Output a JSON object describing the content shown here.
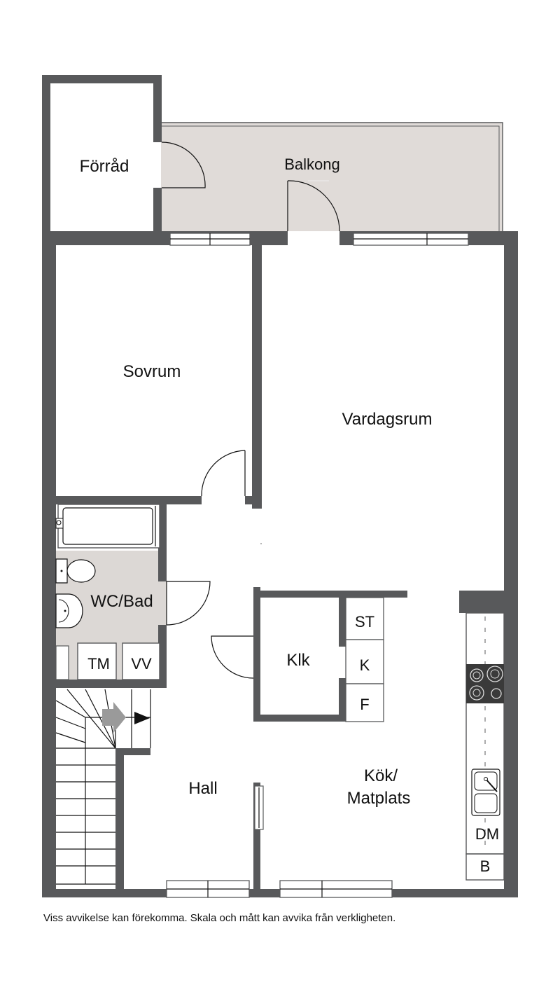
{
  "rooms": {
    "forrad": "Förråd",
    "balkong": "Balkong",
    "sovrum": "Sovrum",
    "vardagsrum": "Vardagsrum",
    "wc_bad": "WC/Bad",
    "tm": "TM",
    "vv": "VV",
    "klk": "Klk",
    "st": "ST",
    "k": "K",
    "f": "F",
    "hall": "Hall",
    "kok_line1": "Kök/",
    "kok_line2": "Matplats",
    "dm": "DM",
    "b": "B"
  },
  "disclaimer": "Viss avvikelse kan förekomma. Skala och mått kan avvika från verkligheten.",
  "colors": {
    "wall": "#58595b",
    "balcony_fill": "#e0dbd8",
    "bathroom_fill": "#dcd8d5",
    "stove": "#3a3a3a"
  }
}
